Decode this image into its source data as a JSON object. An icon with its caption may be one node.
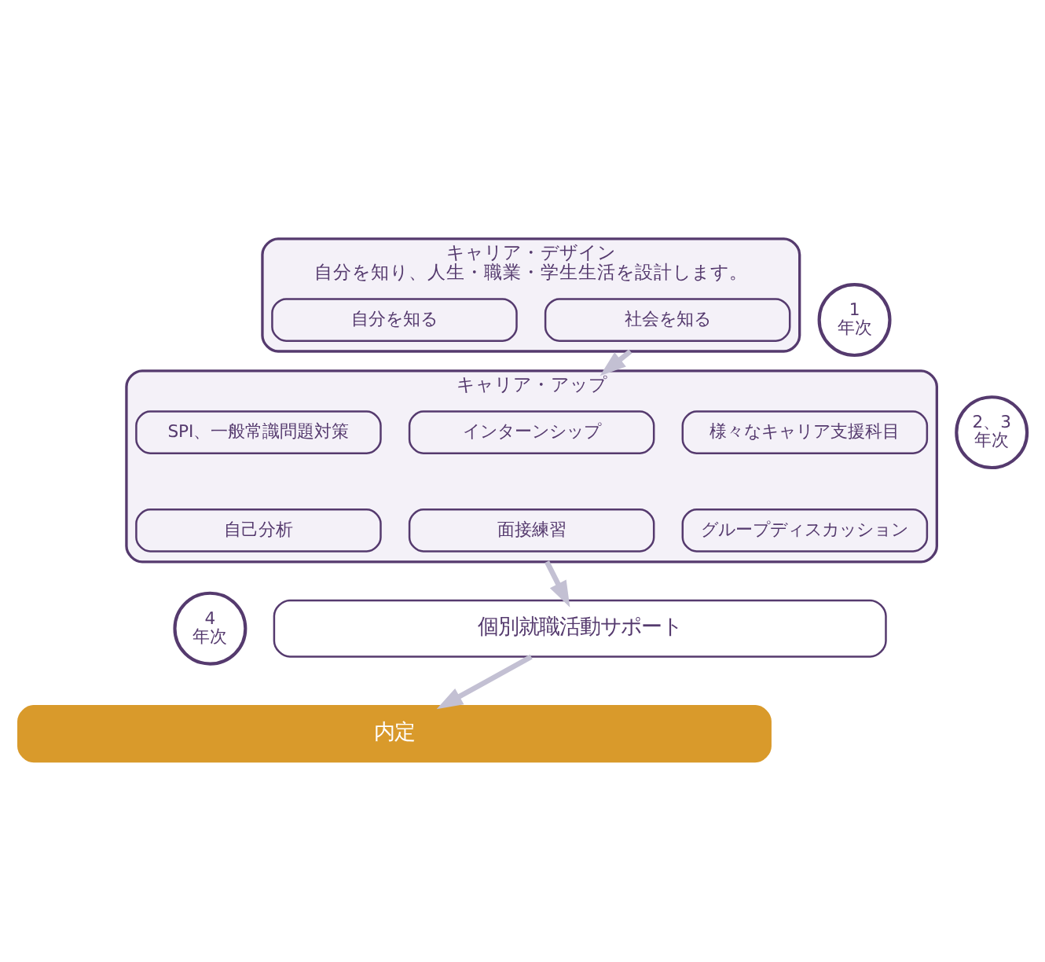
{
  "diagram": {
    "nodes": [
      {
        "text": [
          "キャリア・デザイン",
          "自分を知り、人生・職業・学生生活を設計します。"
        ]
      },
      {
        "text": [
          "1",
          "年次"
        ]
      },
      {
        "text": [
          "自分を知る"
        ],
        "in": 0
      },
      {
        "text": [
          "社会を知る"
        ],
        "in": 0
      },
      {
        "text": [
          "キャリア・アップ"
        ]
      },
      {
        "text": [
          "2、3",
          "年次"
        ]
      },
      {
        "text": [
          "SPI、一般常識問題対策"
        ],
        "in": 4
      },
      {
        "text": [
          "インターンシップ"
        ],
        "in": 4
      },
      {
        "text": [
          "様々なキャリア支援科目"
        ],
        "in": 4
      },
      {
        "text": [
          "自己分析"
        ],
        "in": 4
      },
      {
        "text": [
          "面接練習"
        ],
        "in": 4
      },
      {
        "text": [
          "グループディスカッション"
        ],
        "in": 4
      },
      {
        "text": [
          "個別就職活動サポート"
        ]
      },
      {
        "text": [
          "4",
          "年次"
        ]
      },
      {
        "text": [
          "内定"
        ]
      }
    ],
    "edges": [
      {
        "from": 0,
        "to": 4,
        "arrow": "to"
      },
      {
        "from": 4,
        "to": 12,
        "arrow": "to"
      },
      {
        "from": 12,
        "to": 14,
        "arrow": "to"
      }
    ]
  }
}
